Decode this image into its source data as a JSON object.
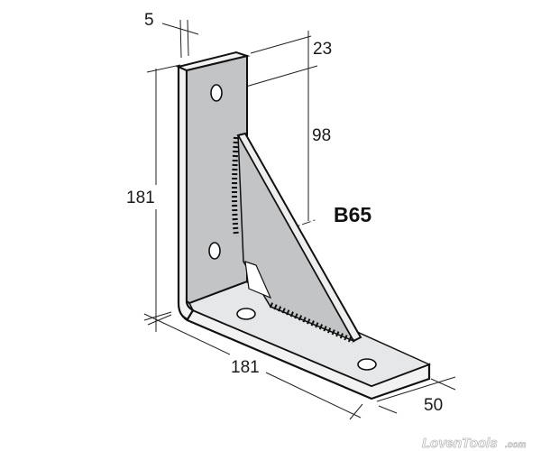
{
  "drawing": {
    "part_code": "B65",
    "dimensions": {
      "thickness": "5",
      "hole_offset_top": "23",
      "hole_spacing": "98",
      "vertical_leg_height": "181",
      "horizontal_leg_length": "181",
      "width": "50"
    },
    "colors": {
      "plate_face": "#c3c4c6",
      "plate_top": "#e6e7e8",
      "outline": "#111111"
    }
  },
  "watermark": {
    "text": "LovenTools",
    "suffix": ".com"
  }
}
